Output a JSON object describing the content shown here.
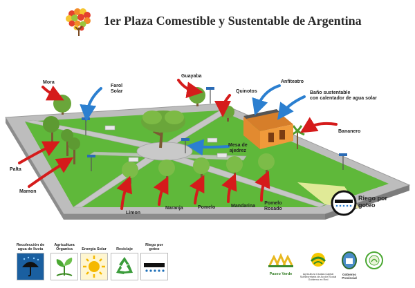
{
  "title": "1er Plaza Comestible y Sustentable de Argentina",
  "labels": {
    "mora": "Mora",
    "farol": "Farol\nSolar",
    "guayaba": "Guayaba",
    "quinotos": "Quinotos",
    "anfiteatro": "Anfiteatro",
    "bano": "Baño sustentable\ncon calentador de agua solar",
    "bananero": "Bananero",
    "mesa": "Mesa de\najedrez",
    "palta": "Palta",
    "mamon": "Mamon",
    "limon": "Limon",
    "naranja": "Naranja",
    "pomelo": "Pomelo",
    "mandarina": "Mandarina",
    "pomelo_rosado": "Pomelo\nRosado",
    "riego": "Riego por\ngoteo"
  },
  "legend": [
    {
      "caption": "Recolección de\nagua de lluvia",
      "icon": "umbrella-rain-icon",
      "color": "#1a5fa0"
    },
    {
      "caption": "Agricultura\nOrganica",
      "icon": "leaves-icon",
      "color": "#4aa832"
    },
    {
      "caption": "Energia Solar",
      "icon": "sun-icon",
      "color": "#f5b800"
    },
    {
      "caption": "Reciclaje",
      "icon": "recycle-icon",
      "color": "#3b9c3b"
    },
    {
      "caption": "Riego por\ngoteo",
      "icon": "drip-irrigation-icon",
      "color": "#1d6fb8"
    }
  ],
  "logos": [
    {
      "caption": "Paseo Verde",
      "icon": "paseo-verde-logo"
    },
    {
      "caption": "Agricultura Ciudad-Capital\nSubsecretaría de Acción Social\nGobierno en Red",
      "icon": "agricultura-logo"
    },
    {
      "caption": "Gobierno Provincial",
      "icon": "gobierno-provincial-logo"
    },
    {
      "caption": "",
      "icon": "round-seal-logo"
    }
  ],
  "colors": {
    "grass": "#5fb83a",
    "grass_dark": "#3f8f24",
    "path": "#bcbcbc",
    "wall": "#8e8e8e",
    "arrow_red": "#d51b1b",
    "arrow_blue": "#2b7fd0"
  }
}
